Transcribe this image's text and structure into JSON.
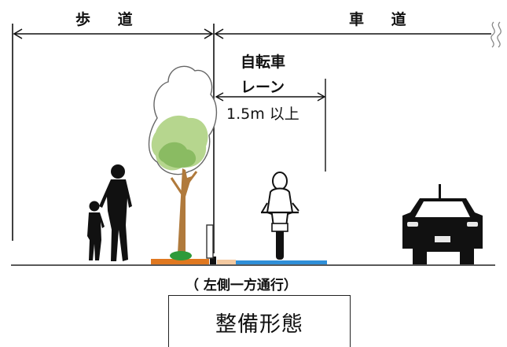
{
  "labels": {
    "sidewalk": "歩 道",
    "roadway": "車 道",
    "bike_lane_line1": "自転車",
    "bike_lane_line2": "レーン",
    "bike_lane_width": "1.5m 以上",
    "direction_note": "（ 左側一方通行）"
  },
  "title": "整備形態",
  "colors": {
    "ink": "#111111",
    "curb_orange": "#e07820",
    "lane_blue": "#2f8fd8",
    "buffer_peach": "#f3c9a0",
    "tree_green": "#a9cf7a",
    "tree_green_dark": "#7fb457",
    "shrub_green": "#2e9a3a",
    "trunk": "#b07a3c"
  },
  "icons": [
    "pedestrians-icon",
    "tree-icon",
    "bollard-icon",
    "cyclist-icon",
    "car-icon"
  ]
}
